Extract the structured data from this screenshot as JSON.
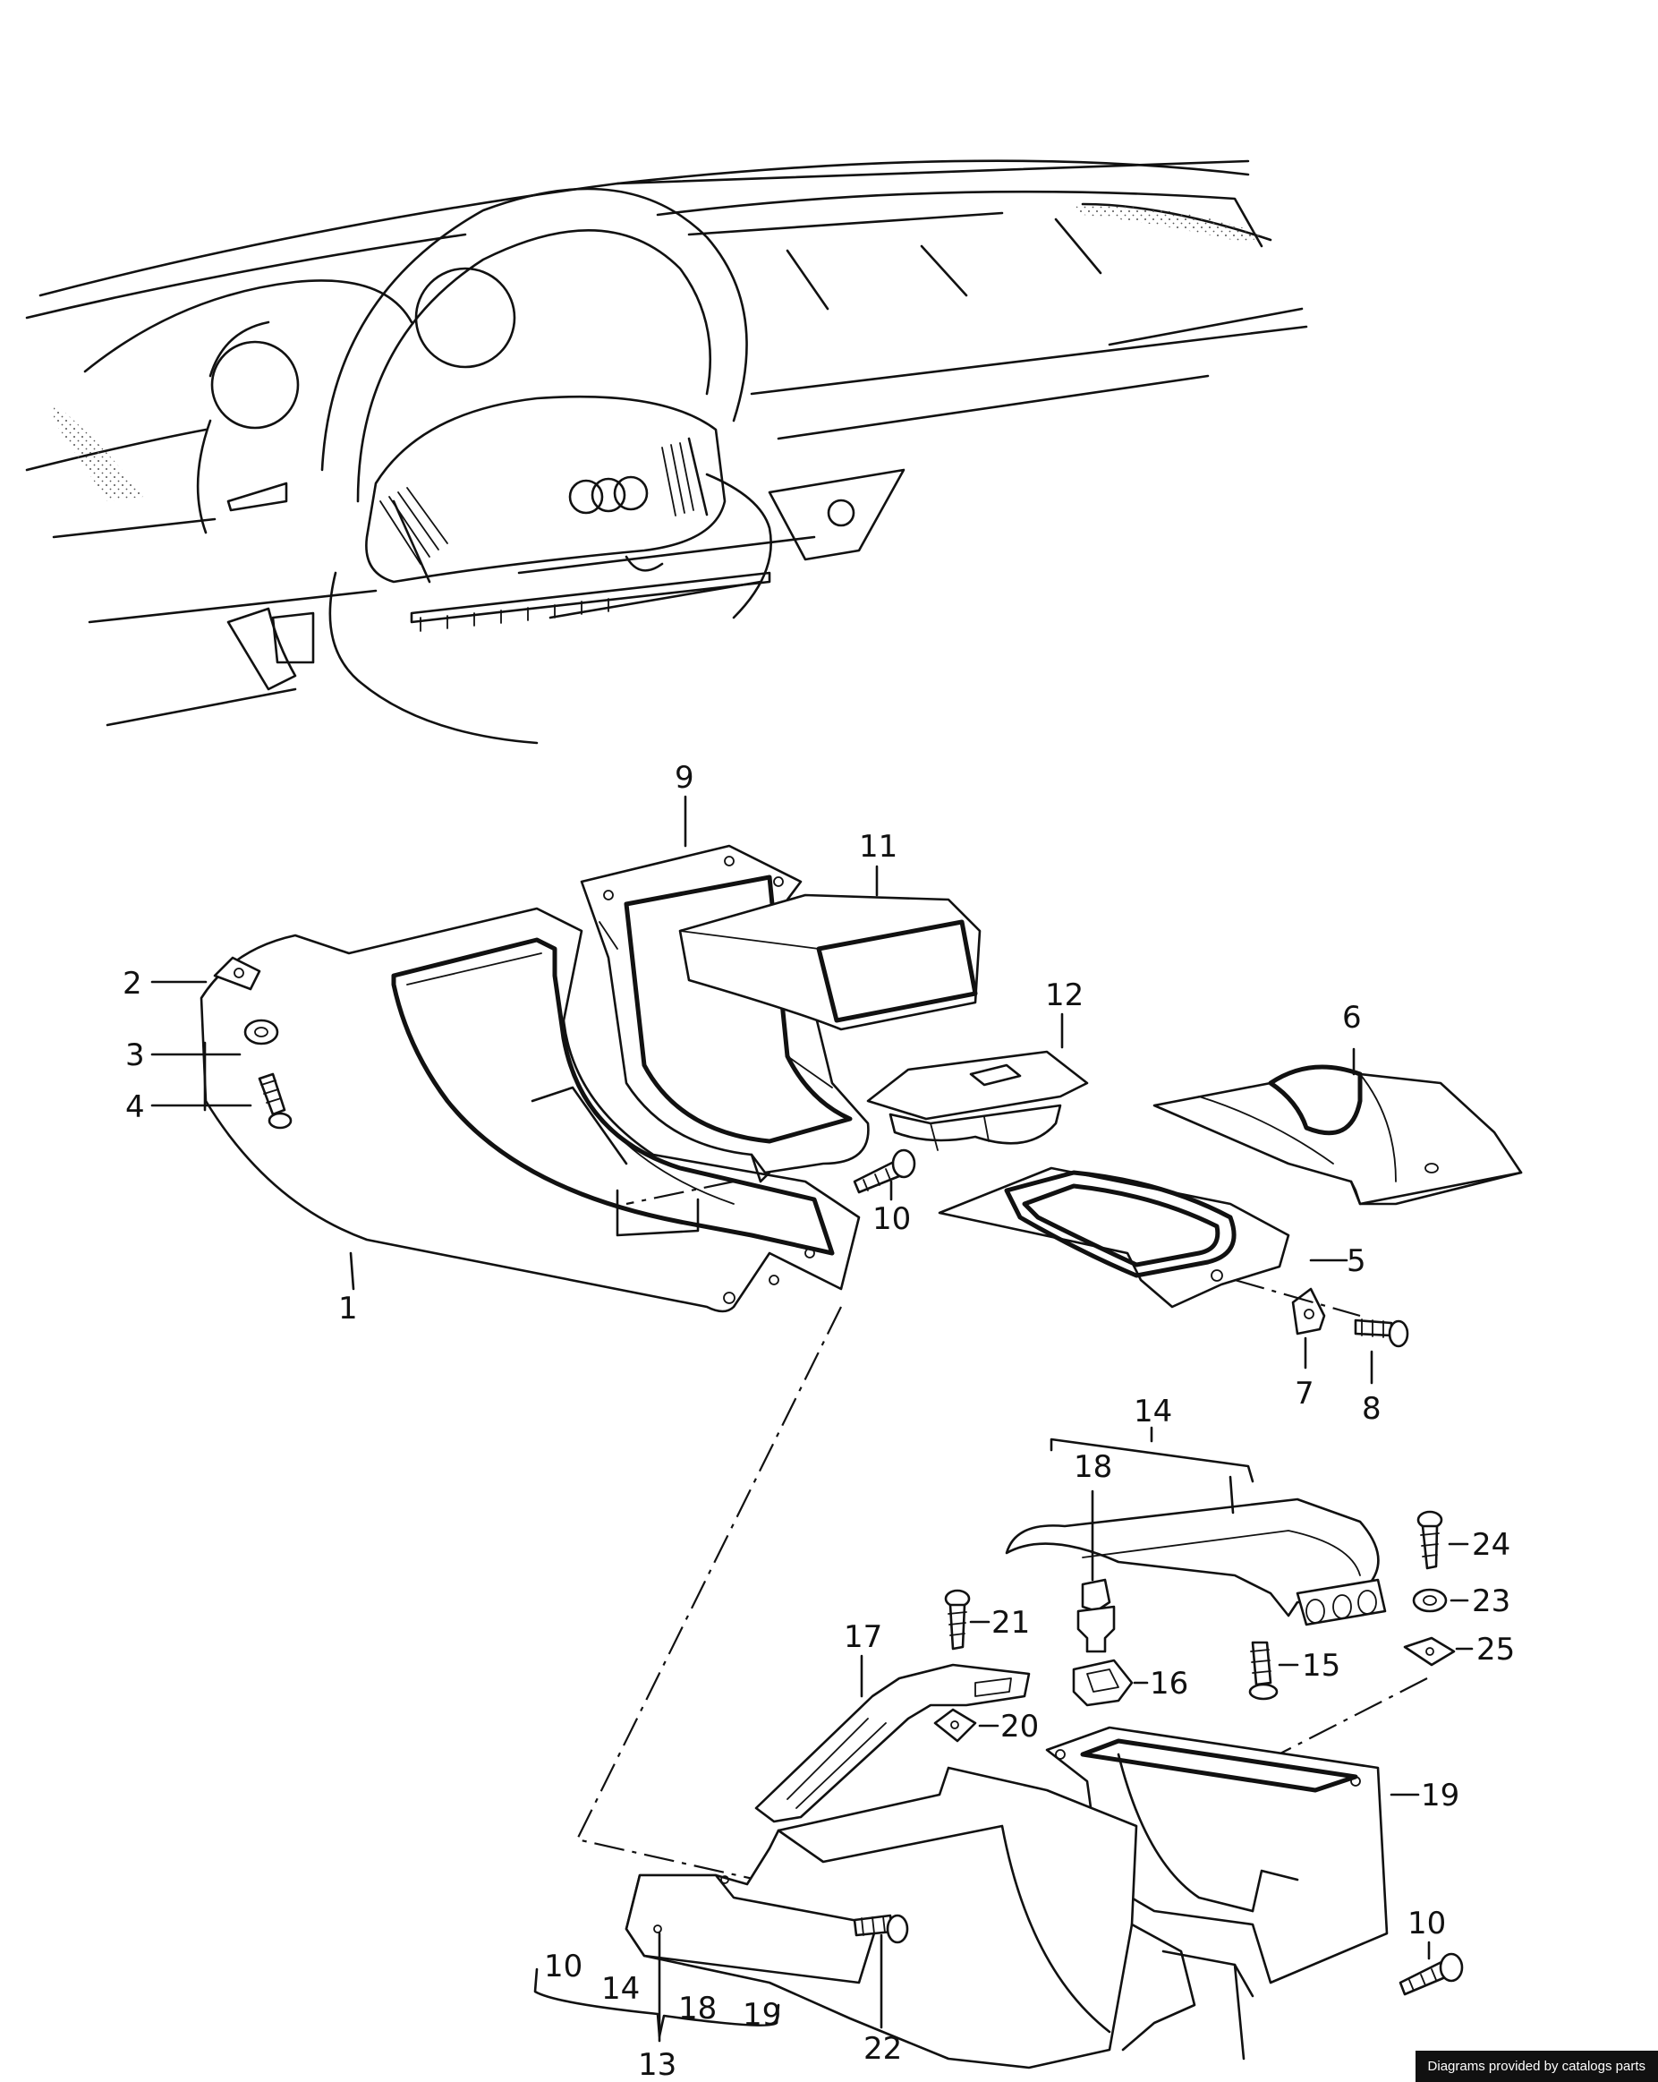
{
  "diagram": {
    "callouts": {
      "c1": "1",
      "c2": "2",
      "c3": "3",
      "c4": "4",
      "c5": "5",
      "c6": "6",
      "c7": "7",
      "c8": "8",
      "c9": "9",
      "c10a": "10",
      "c10b": "10",
      "c10c": "10",
      "c11": "11",
      "c12": "12",
      "c13": "13",
      "c14a": "14",
      "c14b": "14",
      "c15": "15",
      "c16": "16",
      "c17": "17",
      "c18a": "18",
      "c18b": "18",
      "c19a": "19",
      "c19b": "19",
      "c20": "20",
      "c21": "21",
      "c22": "22",
      "c23": "23",
      "c24": "24",
      "c25": "25"
    }
  },
  "footer": {
    "credit": "Diagrams provided by catalogs parts"
  }
}
